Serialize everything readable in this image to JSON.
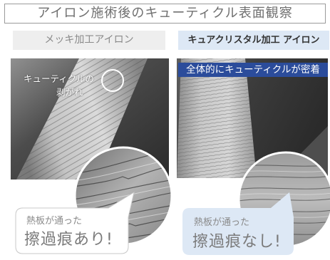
{
  "title": "アイロン施術後のキューティクル表面観察",
  "left": {
    "header": "メッキ加工アイロン",
    "annotation_line1": "キューティクルの",
    "annotation_line2": "剥がれ",
    "bubble_small": "熱板が通った",
    "bubble_large": "擦過痕あり!"
  },
  "right": {
    "header": "キュアクリスタル加工 アイロン",
    "banner": "全体的にキューティクルが密着",
    "bubble_small": "熱板が通った",
    "bubble_large": "擦過痕なし!"
  },
  "colors": {
    "accent_blue": "#2b4c9b",
    "light_blue": "#dde8f5",
    "light_gray": "#eeeeee",
    "text_gray": "#7a7a7a"
  }
}
